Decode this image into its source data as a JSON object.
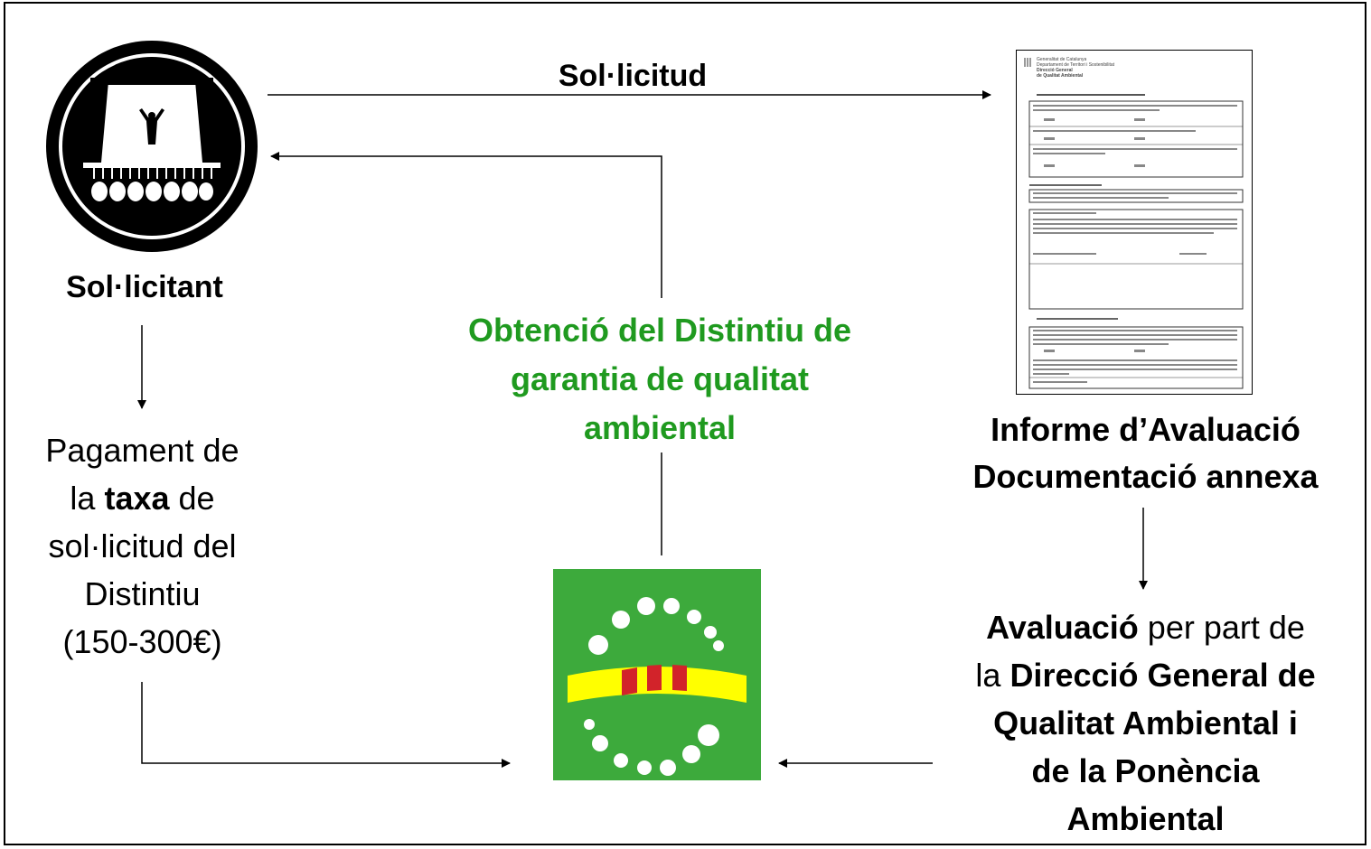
{
  "top_arrow_label": "Sol·licitud",
  "applicant_label": "Sol·licitant",
  "fee": {
    "line1": "Pagament de",
    "line2_pre": "la ",
    "line2_bold": "taxa",
    "line2_post": " de",
    "line3": "sol·licitud del",
    "line4": "Distintiu",
    "line5": "(150-300€)"
  },
  "center_label": {
    "line1": "Obtenció del Distintiu de",
    "line2": "garantia de qualitat",
    "line3": "ambiental"
  },
  "report": {
    "line1": "Informe d’Avaluació",
    "line2": "Documentació annexa"
  },
  "evaluation": {
    "l1_bold": "Avaluació",
    "l1_rest": " per part de",
    "l2_pre": "la ",
    "l2_bold": "Direcció General de",
    "l3": "Qualitat Ambiental i",
    "l4": "de la Ponència",
    "l5": "Ambiental"
  },
  "document_header": {
    "line1": "Generalitat de Catalunya",
    "line2": "Departament de Territori i Sostenibilitat",
    "line3": "Direcció General",
    "line4": "de Qualitat Ambiental"
  },
  "colors": {
    "green_text": "#1f9a1f",
    "logo_green": "#3daa3c",
    "logo_yellow": "#ffff00",
    "logo_red": "#d2232a"
  }
}
